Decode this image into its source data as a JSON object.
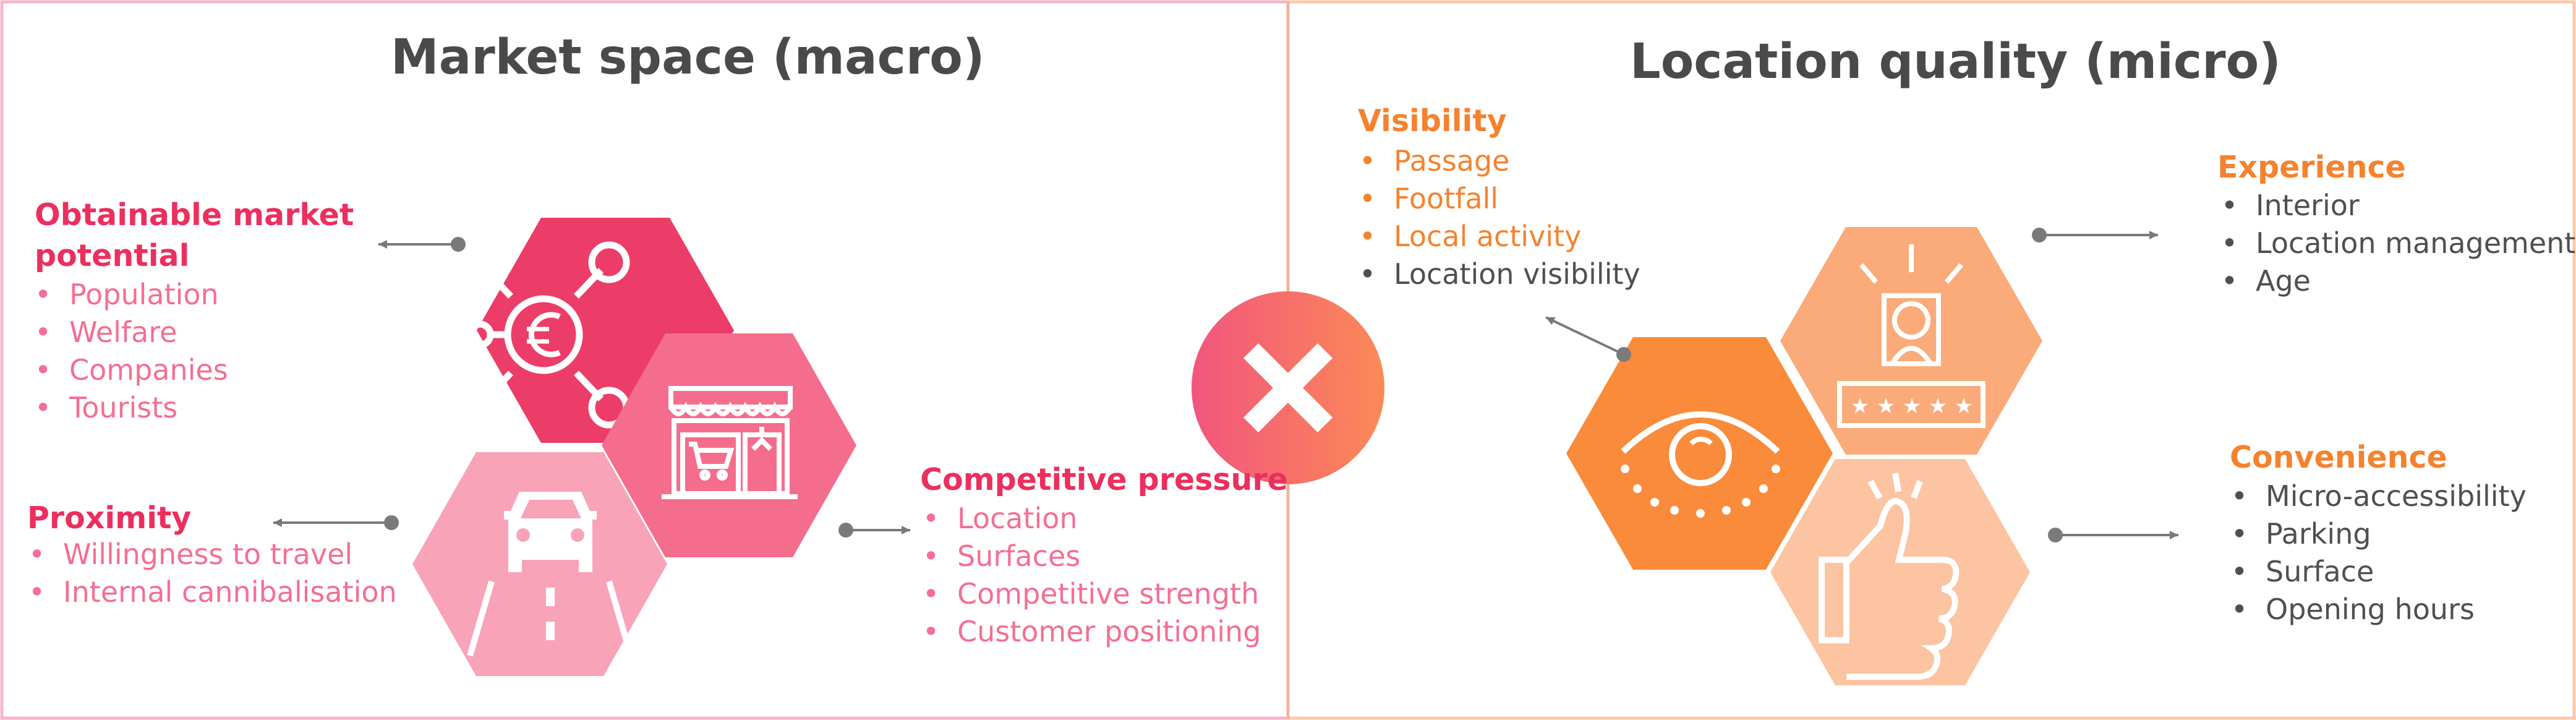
{
  "colors": {
    "macro_border": "#f5b5c8",
    "micro_border": "#f9c8aa",
    "divider": "#f3b49a",
    "pink_dark": "#ec3d69",
    "pink_mid": "#f56d8c",
    "pink_light": "#f9a3b9",
    "orange_dark": "#fa8b3a",
    "orange_mid": "#fbab7a",
    "orange_light": "#fcc4a0",
    "arrow": "#7a7a7a"
  },
  "macro": {
    "title": "Market space (macro)",
    "market_potential": {
      "heading": "Obtainable market potential",
      "items": [
        "Population",
        "Welfare",
        "Companies",
        "Tourists"
      ]
    },
    "proximity": {
      "heading": "Proximity",
      "items": [
        "Willingness to travel",
        "Internal cannibalisation"
      ]
    },
    "competitive_pressure": {
      "heading": "Competitive pressure",
      "items": [
        "Location",
        "Surfaces",
        "Competitive strength",
        "Customer positioning"
      ]
    },
    "icons": [
      "euro-network-icon",
      "shop-front-icon",
      "car-road-icon"
    ]
  },
  "multiply_icon": "multiply-x-icon",
  "micro": {
    "title": "Location quality (micro)",
    "visibility": {
      "heading": "Visibility",
      "items": [
        "Passage",
        "Footfall",
        "Local activity"
      ],
      "extra_item": "Location visibility"
    },
    "experience": {
      "heading": "Experience",
      "items": [
        "Interior",
        "Location management",
        "Age"
      ]
    },
    "convenience": {
      "heading": "Convenience",
      "items": [
        "Micro-accessibility",
        "Parking",
        "Surface",
        "Opening hours"
      ]
    },
    "icons": [
      "eye-icon",
      "person-rating-icon",
      "thumbs-up-icon"
    ]
  }
}
